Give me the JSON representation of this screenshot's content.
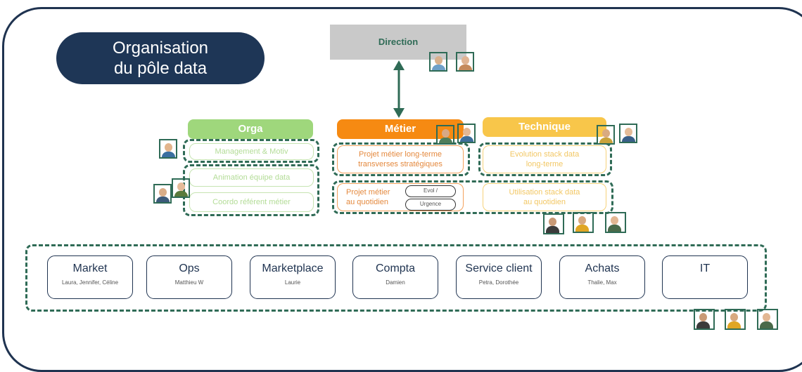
{
  "title": {
    "line1": "Organisation",
    "line2": "du pôle data"
  },
  "direction": {
    "label": "Direction"
  },
  "orga": {
    "label": "Orga",
    "items": [
      "Management & Motiv",
      "Animation équipe data",
      "Coordo référent métier"
    ]
  },
  "metier": {
    "label": "Métier",
    "long_term": {
      "line1": "Projet métier long-terme",
      "line2": "transverses stratégiques"
    },
    "daily": {
      "line1": "Projet métier",
      "line2": "au quotidien"
    },
    "tags": [
      "Evol /",
      "Urgence"
    ]
  },
  "technique": {
    "label": "Technique",
    "stack_evol": {
      "line1": "Evolution stack data",
      "line2": "long-terme"
    },
    "stack_use": {
      "line1": "Utilisation stack data",
      "line2": "au quotidien"
    }
  },
  "departments": [
    {
      "name": "Market",
      "people": "Laura, Jennifer, Céline"
    },
    {
      "name": "Ops",
      "people": "Matthieu W"
    },
    {
      "name": "Marketplace",
      "people": "Laurie"
    },
    {
      "name": "Compta",
      "people": "Damien"
    },
    {
      "name": "Service client",
      "people": "Petra, Dorothée"
    },
    {
      "name": "Achats",
      "people": "Thalie, Max"
    },
    {
      "name": "IT",
      "people": ""
    }
  ],
  "colors": {
    "navy": "#1e3656",
    "green": "#9fd77c",
    "orange": "#f68a12",
    "yellow": "#f8c64a",
    "dashed": "#2f6b56"
  },
  "icons": [
    "person-avatar-icon",
    "double-arrow-icon"
  ]
}
